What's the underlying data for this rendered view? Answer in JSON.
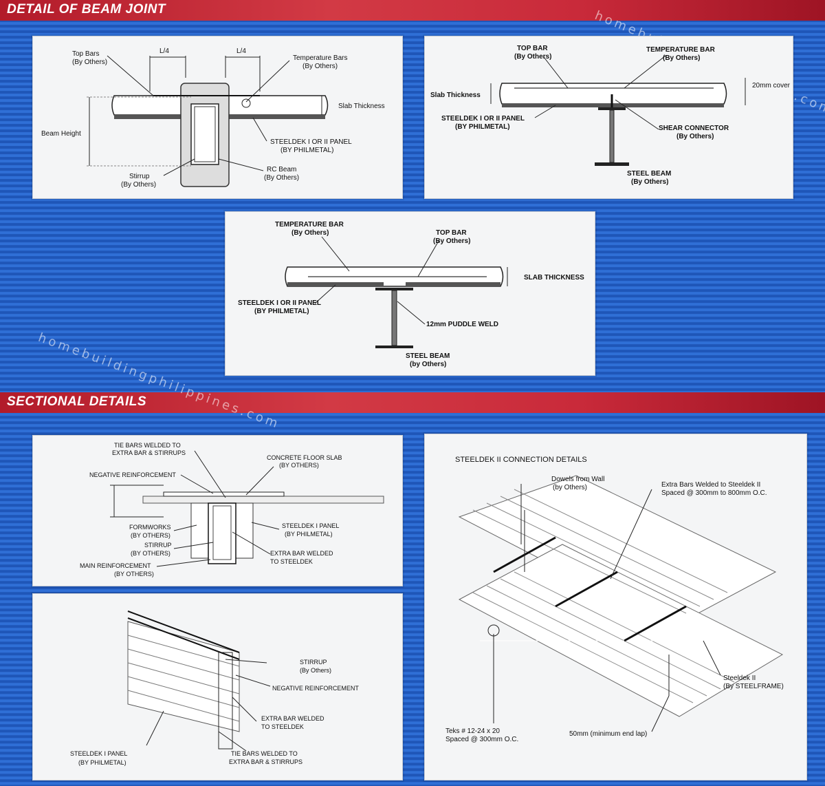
{
  "sections": {
    "beam_joint_title": "DETAIL OF BEAM JOINT",
    "sectional_title": "SECTIONAL DETAILS"
  },
  "watermark": {
    "top": "homebuildingphilippines.com",
    "middle": "homebuildingphilippines.com"
  },
  "panel_rc_beam": {
    "top_bars_1": "Top Bars",
    "top_bars_2": "(By Others)",
    "l4_left": "L/4",
    "l4_right": "L/4",
    "temp_bars_1": "Temperature Bars",
    "temp_bars_2": "(By Others)",
    "slab_thickness": "Slab Thickness",
    "beam_height": "Beam Height",
    "steeldek_1": "STEELDEK I  OR II PANEL",
    "steeldek_2": "(BY PHILMETAL)",
    "stirrup_1": "Stirrup",
    "stirrup_2": "(By Others)",
    "rc_beam_1": "RC Beam",
    "rc_beam_2": "(By Others)"
  },
  "panel_steel_shear": {
    "top_bar_1": "TOP BAR",
    "top_bar_2": "(By Others)",
    "temp_bar_1": "TEMPERATURE BAR",
    "temp_bar_2": "(By Others)",
    "slab_thickness": "Slab Thickness",
    "cover": "20mm cover",
    "steeldek_1": "STEELDEK I  OR II PANEL",
    "steeldek_2": "(BY PHILMETAL)",
    "shear_1": "SHEAR CONNECTOR",
    "shear_2": "(By Others)",
    "beam_1": "STEEL BEAM",
    "beam_2": "(By Others)"
  },
  "panel_puddle_weld": {
    "temp_bar_1": "TEMPERATURE BAR",
    "temp_bar_2": "(By Others)",
    "top_bar_1": "TOP BAR",
    "top_bar_2": "(By Others)",
    "slab_thickness": "SLAB THICKNESS",
    "steeldek_1": "STEELDEK I  OR II PANEL",
    "steeldek_2": "(BY PHILMETAL)",
    "weld": "12mm PUDDLE WELD",
    "beam_1": "STEEL BEAM",
    "beam_2": "(by Others)"
  },
  "panel_section": {
    "tie_1": "TIE BARS WELDED TO",
    "tie_2": "EXTRA BAR & STIRRUPS",
    "slab_1": "CONCRETE FLOOR SLAB",
    "slab_2": "(BY OTHERS)",
    "neg": "NEGATIVE REINFORCEMENT",
    "formworks_1": "FORMWORKS",
    "formworks_2": "(BY OTHERS)",
    "stirrup_1": "STIRRUP",
    "stirrup_2": "(BY OTHERS)",
    "main_1": "MAIN REINFORCEMENT",
    "main_2": "(BY OTHERS)",
    "steeldek_1": "STEELDEK I PANEL",
    "steeldek_2": "(BY PHILMETAL)",
    "extra_1": "EXTRA BAR WELDED",
    "extra_2": "TO STEELDEK"
  },
  "panel_iso": {
    "stirrup_1": "STIRRUP",
    "stirrup_2": "(By Others)",
    "neg": "NEGATIVE REINFORCEMENT",
    "extra_1": "EXTRA BAR WELDED",
    "extra_2": "TO STEELDEK",
    "steeldek_1": "STEELDEK  I PANEL",
    "steeldek_2": "(BY PHILMETAL)",
    "tie_1": "TIE BARS WELDED TO",
    "tie_2": "EXTRA BAR & STIRRUPS"
  },
  "panel_connection": {
    "title": "STEELDEK II CONNECTION DETAILS",
    "dowels_1": "Dowels from Wall",
    "dowels_2": "(by Others)",
    "extra_1": "Extra Bars Welded to Steeldek II",
    "extra_2": "Spaced @ 300mm to 800mm O.C.",
    "steeldek_1": "Steeldek II",
    "steeldek_2": "(By STEELFRAME)",
    "teks_1": "Teks # 12-24 x 20",
    "teks_2": "Spaced @ 300mm O.C.",
    "lap": "50mm (minimum end lap)"
  }
}
